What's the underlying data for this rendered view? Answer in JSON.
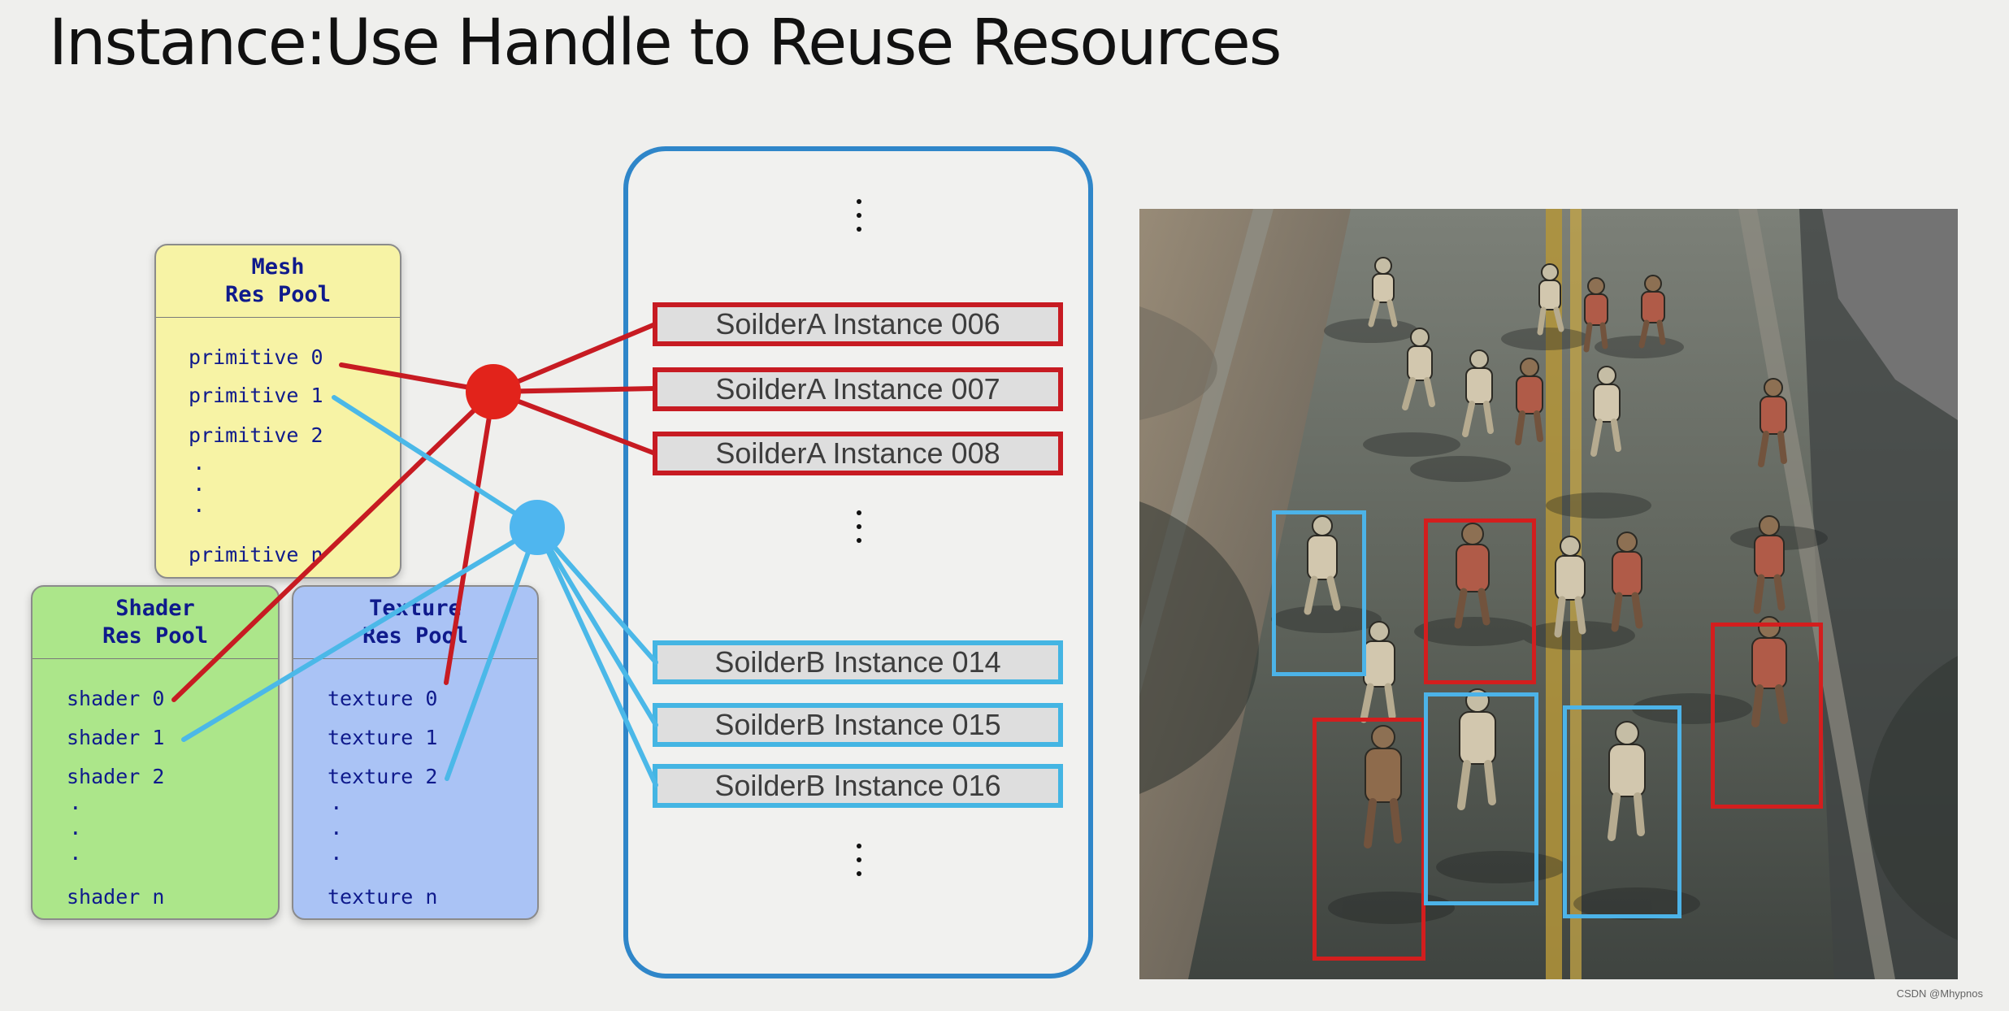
{
  "title": "Instance:Use Handle to Reuse Resources",
  "mesh_pool": {
    "title_line1": "Mesh",
    "title_line2": "Res Pool",
    "items": [
      "primitive 0",
      "primitive 1",
      "primitive 2",
      "primitive n"
    ]
  },
  "shader_pool": {
    "title_line1": "Shader",
    "title_line2": "Res Pool",
    "items": [
      "shader 0",
      "shader 1",
      "shader 2",
      "shader n"
    ]
  },
  "texture_pool": {
    "title_line1": "Texture",
    "title_line2": "Res Pool",
    "items": [
      "texture 0",
      "texture 1",
      "texture 2",
      "texture n"
    ]
  },
  "instances": {
    "a": [
      "SoilderA Instance 006",
      "SoilderA Instance 007",
      "SoilderA Instance 008"
    ],
    "b": [
      "SoilderB Instance 014",
      "SoilderB Instance 015",
      "SoilderB Instance 016"
    ]
  },
  "colors": {
    "soldier_a": "#c71b22",
    "soldier_b": "#44b5e3",
    "panel_border": "#2f86c9"
  },
  "watermark": "CSDN @Mhypnos"
}
